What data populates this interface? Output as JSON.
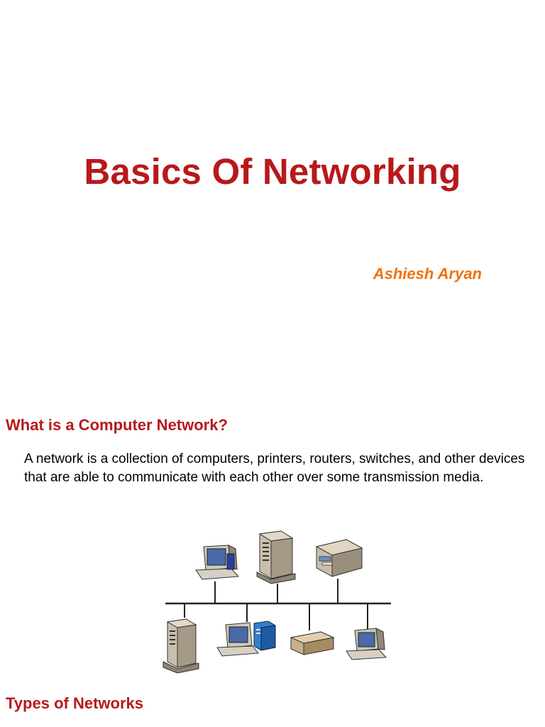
{
  "title": "Basics Of Networking",
  "author": "Ashiesh Aryan",
  "sections": [
    {
      "heading": "What is a Computer Network?",
      "body": "A network is a collection of computers, printers, routers, switches, and other devices that are able to communicate with each other over some transmission media."
    },
    {
      "heading": "Types of Networks"
    }
  ],
  "colors": {
    "title": "#b7191b",
    "author": "#f0730c",
    "heading": "#b7191b"
  },
  "diagram": {
    "devices": [
      "computer-icon",
      "server-icon",
      "printer-icon",
      "server-icon",
      "computer-icon",
      "hub-icon",
      "computer-icon"
    ]
  }
}
